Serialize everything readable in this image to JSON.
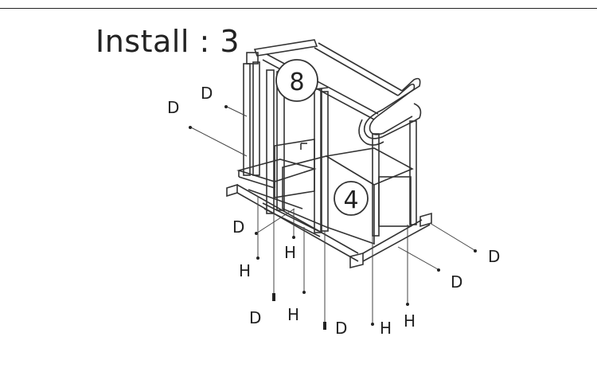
{
  "title": "Install : 3",
  "part_numbers": {
    "top": "8",
    "middle": "4"
  },
  "fastener_labels": {
    "bolt": "D",
    "screw": "H"
  }
}
